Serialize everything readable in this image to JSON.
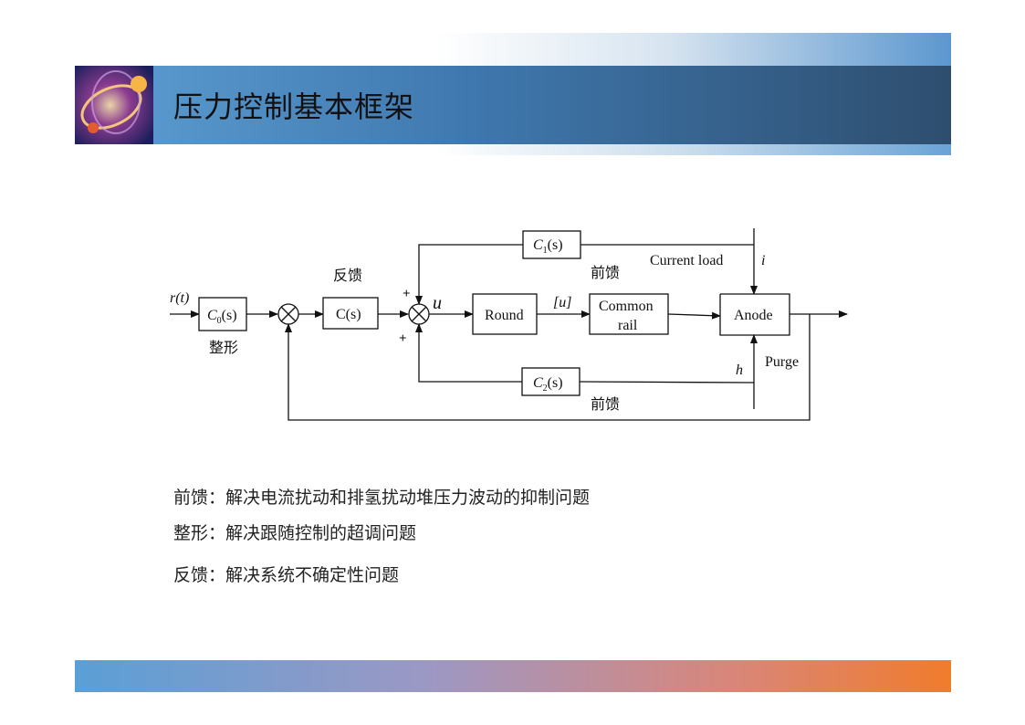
{
  "slide": {
    "title": "压力控制基本框架"
  },
  "diagram": {
    "input_label": "r(t)",
    "c0_label": "C",
    "c0_sub": "0",
    "c0_arg": "(s)",
    "shaping_label": "整形",
    "feedback_label": "反馈",
    "cs_label": "C(s)",
    "plus_top": "+",
    "plus_bottom": "+",
    "u_label": "u",
    "round_label": "Round",
    "u_quant_label": "[u]",
    "common_line1": "Common",
    "common_line2": "rail",
    "anode_label": "Anode",
    "c1_label": "C",
    "c1_sub": "1",
    "c1_arg": "(s)",
    "ff_top_label": "前馈",
    "current_load_label": "Current load",
    "i_label": "i",
    "c2_label": "C",
    "c2_sub": "2",
    "c2_arg": "(s)",
    "ff_bottom_label": "前馈",
    "h_label": "h",
    "purge_label": "Purge"
  },
  "notes": [
    "前馈：解决电流扰动和排氢扰动堆压力波动的抑制问题",
    "整形：解决跟随控制的超调问题",
    "反馈：解决系统不确定性问题"
  ],
  "colors": {
    "header_dark": "#2e4e6f",
    "header_light": "#5d9fd4",
    "footer_orange": "#f07c2c"
  }
}
